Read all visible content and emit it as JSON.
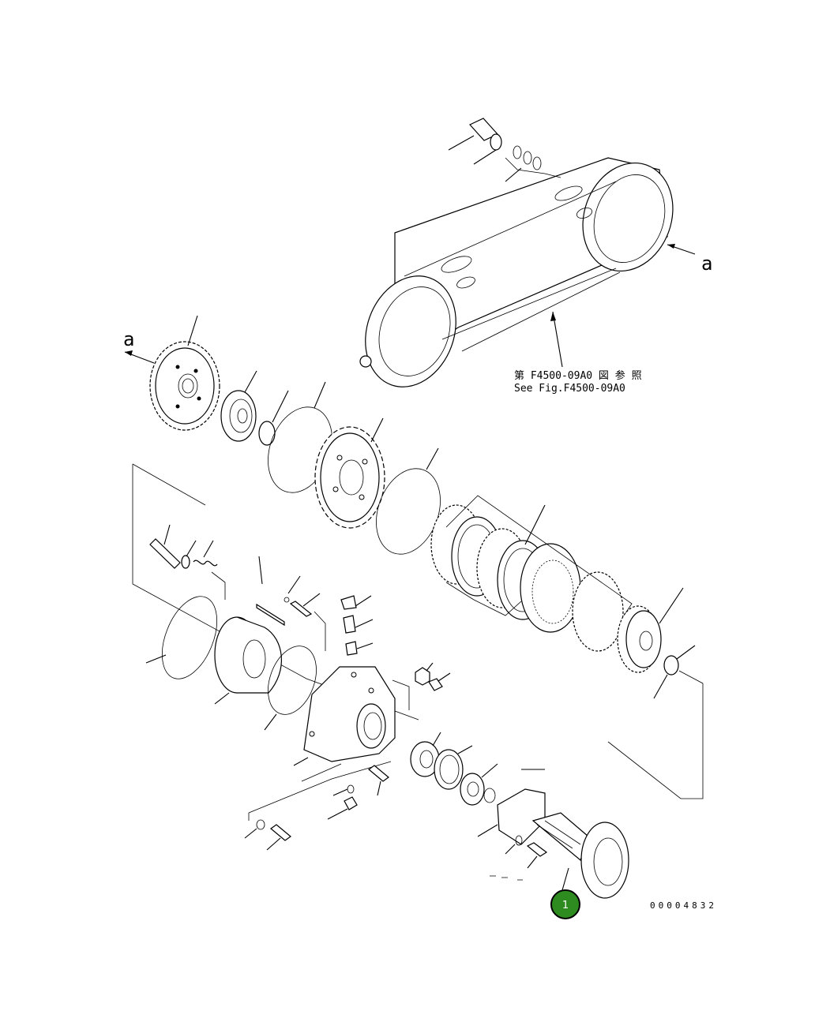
{
  "diagram": {
    "reference_note_jp": "第 F4500-09A0 図 参 照",
    "reference_note_en": "See Fig.F4500-09A0",
    "marker_letter_right": "a",
    "marker_letter_left": "a",
    "drawing_number": "00004832",
    "callout": {
      "number": "1",
      "color": "#2e8b1f"
    }
  }
}
